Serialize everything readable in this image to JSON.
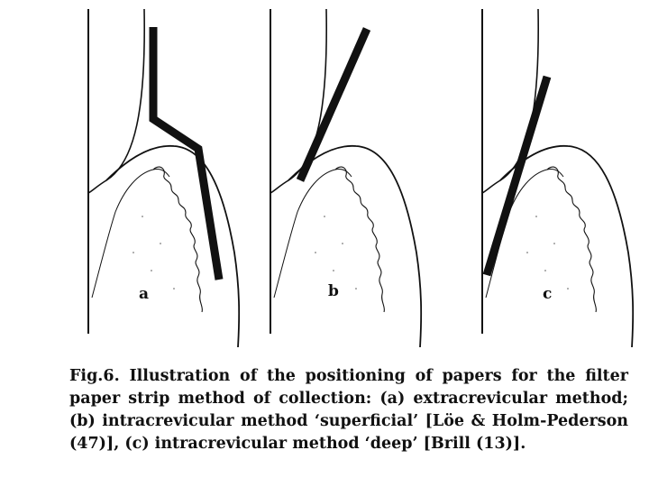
{
  "figure": {
    "panels": [
      {
        "label": "a",
        "method": "extracrevicular"
      },
      {
        "label": "b",
        "method": "intracrevicular superficial"
      },
      {
        "label": "c",
        "method": "intracrevicular deep"
      }
    ]
  },
  "caption": {
    "lead": "Fig.6.",
    "text": "Illustration of the positioning of papers for the filter paper strip method of collection: (a) extracrevicular method; (b) intracrevicular method ‘superficial’ [Löe & Holm-Pederson (47)], (c) intracrevicular method ‘deep’ [Brill (13)]."
  }
}
